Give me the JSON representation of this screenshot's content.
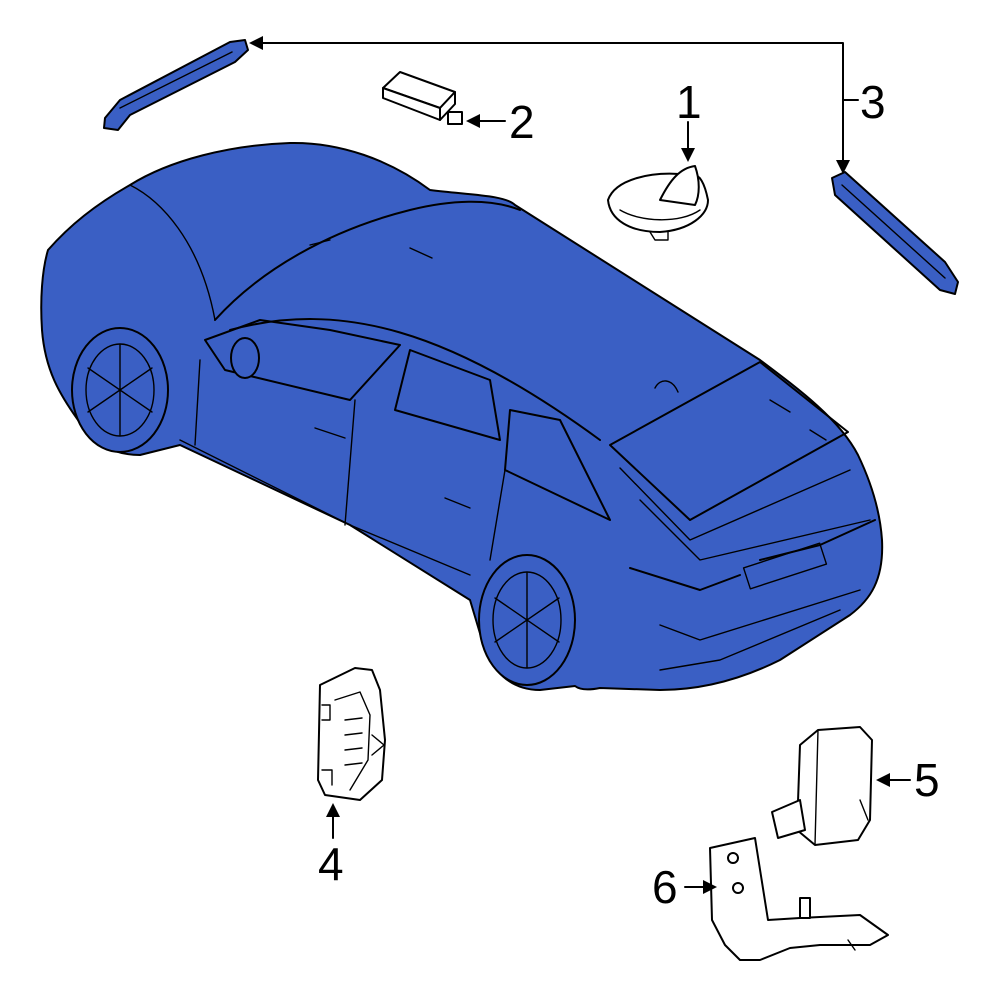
{
  "colors": {
    "highlight": "#3a5fc4",
    "line": "#000000",
    "background": "#ffffff"
  },
  "callouts": {
    "c1": "1",
    "c2": "2",
    "c3": "3",
    "c4": "4",
    "c5": "5",
    "c6": "6"
  }
}
